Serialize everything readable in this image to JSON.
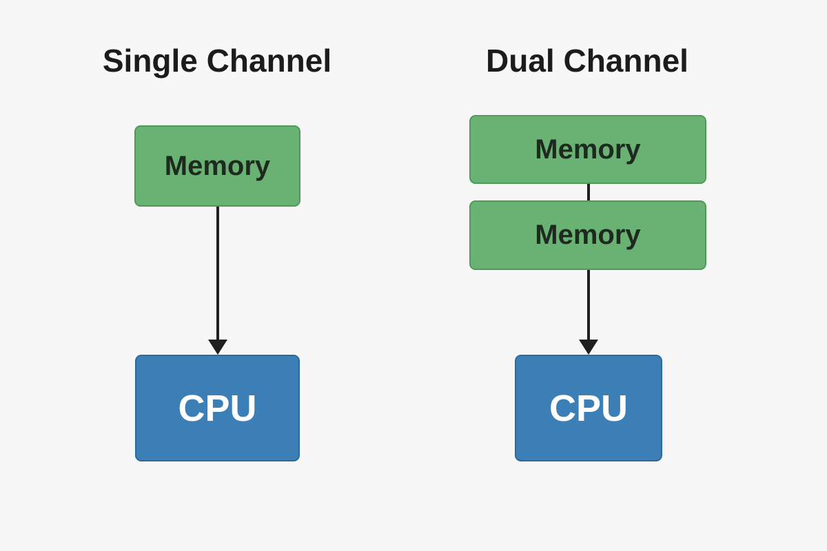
{
  "single": {
    "title": "Single Channel",
    "memory_label": "Memory",
    "cpu_label": "CPU"
  },
  "dual": {
    "title": "Dual Channel",
    "memory_labels": [
      "Memory",
      "Memory"
    ],
    "cpu_label": "CPU"
  },
  "colors": {
    "background": "#f7f7f7",
    "memory_fill": "#69b273",
    "memory_border": "#4f9a5a",
    "cpu_fill": "#3b7fb6",
    "cpu_border": "#2b6a9f",
    "connector": "#1f1f1f",
    "title_text": "#1c1c1c"
  }
}
